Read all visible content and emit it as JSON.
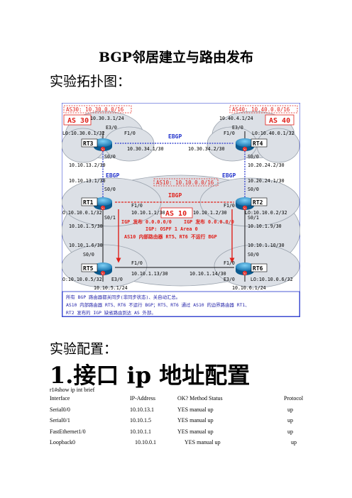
{
  "doc": {
    "title": "BGP邻居建立与路由发布",
    "topology_heading": "实验拓扑图：",
    "config_heading": "实验配置：",
    "section1": "1.接口 ip 地址配置",
    "command": "r1#show ip int brief",
    "table": {
      "header": [
        "Interface",
        "IP-Address",
        "OK? Method Status",
        "Protocol"
      ],
      "rows": [
        [
          "Serial0/0",
          "10.10.13.1",
          "YES manual up",
          "up"
        ],
        [
          "Serial0/1",
          "10.10.1.5",
          "YES manual up",
          "up"
        ],
        [
          "FastEthernet1/0",
          "10.10.1.1",
          "YES manual up",
          "up"
        ],
        [
          "Loopback0",
          "10.10.0.1",
          "YES manual up",
          "up"
        ]
      ]
    }
  },
  "diagram": {
    "as30_box": "AS30: 10.30.0.0/16",
    "as30": "AS 30",
    "as40_box": "AS40: 10.40.0.0/16",
    "as40": "AS 40",
    "as10_box": "AS10: 10.10.0.0/16",
    "as10": "AS 10",
    "ebgp_top": "EBGP",
    "ebgp_left": "EBGP",
    "ebgp_right": "EBGP",
    "ibgp": "IBGP",
    "rt1": "RT1",
    "rt2": "RT2",
    "rt3": "RT3",
    "rt4": "RT4",
    "rt5": "RT5",
    "rt6": "RT6",
    "r3_e30": "10.30.3.1/24",
    "r3_e30_if": "E3/0",
    "r3_lo": "L0:10.30.0.1/32",
    "r3_f10": "F1/0",
    "r3_f10_ip": "10.30.34.1/30",
    "r3_s00": "S0/0",
    "r3_s00_ip": "10.10.13.2/30",
    "r4_e30": "10.40.4.1/24",
    "r4_e30_if": "E3/0",
    "r4_lo": "L0:10.40.0.1/32",
    "r4_f10": "F1/0",
    "r4_f10_ip": "10.30.34.2/30",
    "r4_s00": "S0/0",
    "r4_s00_ip": "10.20.24.2/30",
    "r1_s00_ip": "10.10.13.1/30",
    "r1_s00": "S0/0",
    "r1_lo": "LO:10.10.0.1/32",
    "r1_f10": "F1/0",
    "r1_f10_ip": "10.10.1.1/30",
    "r1_s01": "S0/1",
    "r1_s01_ip": "10.10.1.5/30",
    "r2_s00_ip": "10.20.24.1/30",
    "r2_s00": "S0/0",
    "r2_lo": "LO:10.10.0.2/32",
    "r2_f10": "F1/0",
    "r2_f10_ip": "10.10.1.2/30",
    "r2_s01": "S0/1",
    "r2_s01_ip": "10.10.1.9/30",
    "igp_left": "IGP 发布 0.0.0.0/0",
    "igp_right": "IGP 发布 0.0.0.0/0",
    "igp_ospf": "IGP: OSPF 1 Area 0",
    "as10_note": "AS10 内部路由器 RT5、RT6 不运行 BGP",
    "r5_s00_ip": "10.10.1.6/30",
    "r5_s00": "S0/0",
    "r5_lo": "LO:10.10.0.5/32",
    "r5_f10": "F1/0",
    "r5_f10_ip": "10.10.1.13/30",
    "r5_e30": "E3/0",
    "r5_e30_ip": "10.10.5.1/24",
    "r6_s00_ip": "10.10.1.10/30",
    "r6_s00": "S0/0",
    "r6_lo": "LO:10.10.0.6/32",
    "r6_f10": "F1/0",
    "r6_f10_ip": "10.10.1.14/30",
    "r6_e30": "E3/0",
    "r6_e30_ip": "10.10.6.1/24",
    "footer_l1": "所有 BGP 路由器都关同步(非同步状态)、关自动汇总。",
    "footer_l2": "AS10 内部路由器 RT5、RT6 不运行 BGP；RT5、RT6 通过 AS10 的边界路由器 RT1、",
    "footer_l3": "RT2 发布的 IGP 缺省路由到达 AS 外部。",
    "router_mark": "Si",
    "colors": {
      "cloud": "#dce0e6",
      "blue_text": "#1f1fa8",
      "red": "#e0201a",
      "blue_line": "#2233cc",
      "router": "#1a86c4"
    }
  }
}
